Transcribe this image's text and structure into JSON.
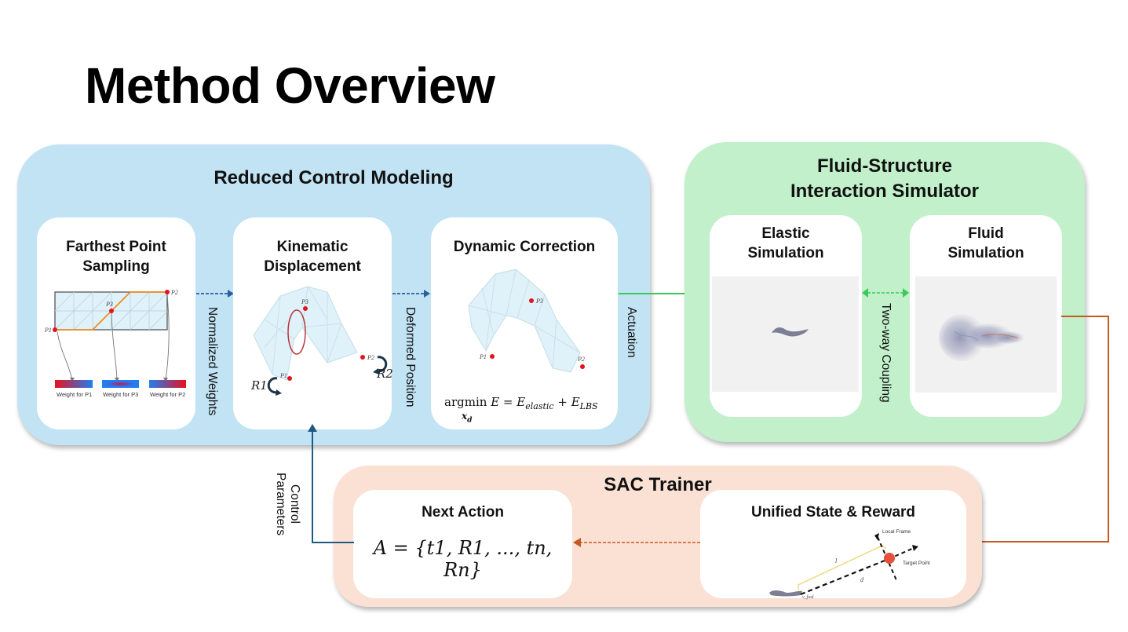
{
  "title": "Method Overview",
  "groups": {
    "reduced_control": {
      "title": "Reduced Control Modeling",
      "color": "#c1e3f4",
      "cards": {
        "fps": {
          "title_line1": "Farthest Point",
          "title_line2": "Sampling",
          "points": [
            "P1",
            "P3",
            "P2"
          ],
          "weight_labels": [
            "Weight for P1",
            "Weight for P3",
            "Weight for P2"
          ]
        },
        "kinematic": {
          "title_line1": "Kinematic",
          "title_line2": "Displacement",
          "points": [
            "P3",
            "P2",
            "P1"
          ],
          "rotations": [
            "R1",
            "R2"
          ]
        },
        "dynamic": {
          "title": "Dynamic Correction",
          "points": [
            "P3",
            "P1",
            "P2"
          ],
          "equation": "argmin E = E_elastic + E_LBS",
          "eq_argmin": "argmin",
          "eq_sub": "x",
          "eq_sub_sub": "d",
          "eq_E": "E",
          "eq_eq": "=",
          "eq_E1": "E",
          "eq_E1_sub": "elastic",
          "eq_plus": "+",
          "eq_E2": "E",
          "eq_E2_sub": "LBS"
        }
      }
    },
    "fsi": {
      "title_line1": "Fluid-Structure",
      "title_line2": "Interaction Simulator",
      "color": "#c1f0cb",
      "cards": {
        "elastic": {
          "title_line1": "Elastic",
          "title_line2": "Simulation"
        },
        "fluid": {
          "title_line1": "Fluid",
          "title_line2": "Simulation"
        }
      }
    },
    "sac": {
      "title": "SAC Trainer",
      "color": "#fbe1d4",
      "cards": {
        "next_action": {
          "title": "Next Action",
          "equation": "A = {t1, R1, ..., tn, Rn}"
        },
        "state_reward": {
          "title": "Unified State & Reward",
          "labels": {
            "local_frame": "Local Frame",
            "target_point": "Target Point",
            "l": "l",
            "d": "d",
            "v": "v_fwd"
          }
        }
      }
    }
  },
  "edges": {
    "normalized_weights": "Normalized Weights",
    "deformed_position": "Deformed Position",
    "actuation": "Actuation",
    "two_way_coupling": "Two-way Coupling",
    "control_parameters_line1": "Control",
    "control_parameters_line2": "Parameters"
  },
  "colors": {
    "blue_arrow": "#2a5f9e",
    "green_arrow": "#3cc95a",
    "orange_arrow": "#c45a22",
    "control_line": "#1e5a80",
    "point_red": "#e5121e",
    "mesh_fill": "#dff1f9"
  }
}
